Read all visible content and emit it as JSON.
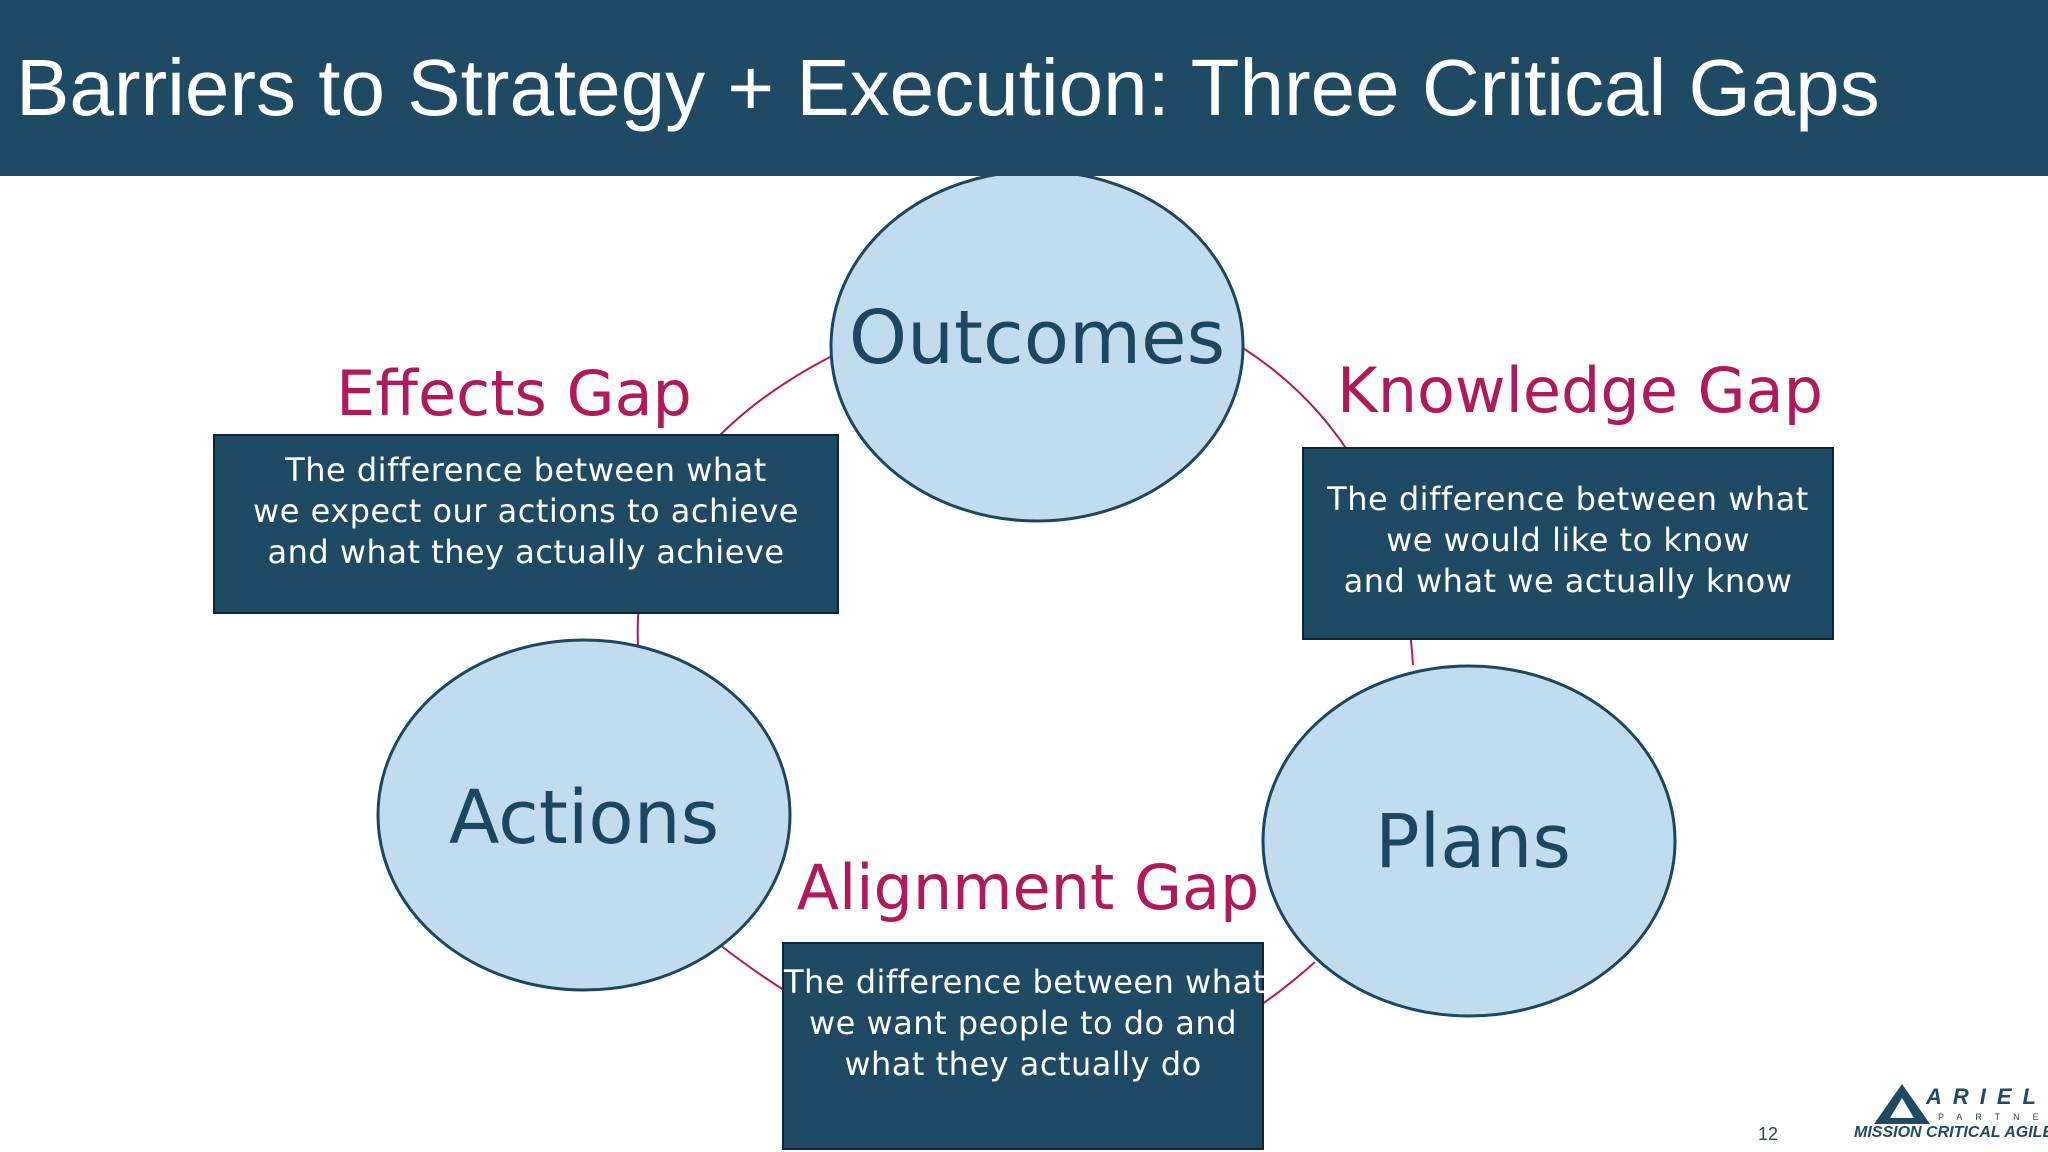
{
  "slide": {
    "title": "Barriers to Strategy + Execution: Three Critical Gaps",
    "page_number": "12"
  },
  "colors": {
    "header_background": "#1f4a63",
    "node_fill": "#c2dcef",
    "node_stroke": "#1b4760",
    "gap_title": "#b0195a",
    "connector": "#b0195a",
    "box_background": "#1f4a63"
  },
  "nodes": {
    "outcomes": "Outcomes",
    "actions": "Actions",
    "plans": "Plans"
  },
  "gaps": {
    "effects": {
      "title": "Effects Gap",
      "lines": [
        "The difference between what",
        "we expect our actions to achieve",
        "and what they actually achieve"
      ]
    },
    "knowledge": {
      "title": "Knowledge Gap",
      "lines": [
        "The difference between what",
        "we would like to know",
        "and what we actually know"
      ]
    },
    "alignment": {
      "title": "Alignment Gap",
      "lines": [
        "The difference between what",
        "we want people to do and",
        "what they actually do"
      ]
    }
  },
  "logo": {
    "name": "ARIEL",
    "sub": "PARTNERS",
    "tagline": "MISSION CRITICAL AGILE"
  }
}
